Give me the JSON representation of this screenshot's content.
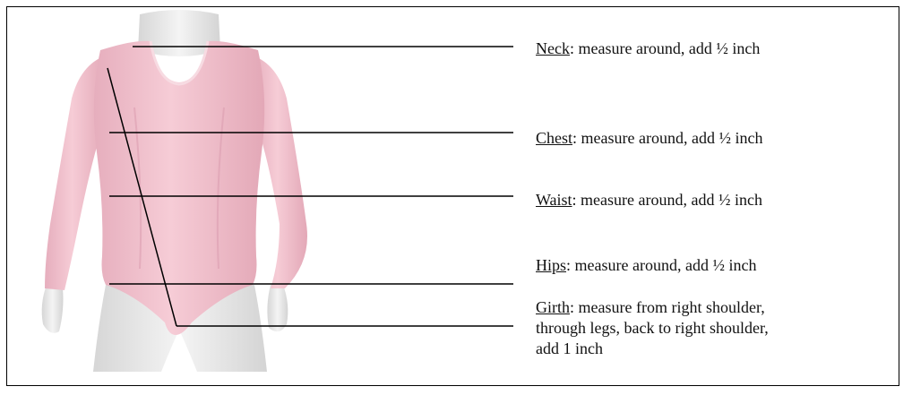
{
  "measurements": [
    {
      "term": "Neck",
      "text": ": measure around, add ½ inch"
    },
    {
      "term": "Chest",
      "text": ": measure around, add ½ inch"
    },
    {
      "term": "Waist",
      "text": ": measure around, add ½ inch"
    },
    {
      "term": "Hips",
      "text": ": measure around, add ½ inch"
    }
  ],
  "girth": {
    "term": "Girth",
    "line1": ": measure from right shoulder,",
    "line2": "through legs, back to right shoulder,",
    "line3": "add 1 inch"
  },
  "colors": {
    "garment": "#f2c4cf",
    "garment_shade": "#e3a9b7",
    "mannequin": "#ececec",
    "mannequin_shade": "#cfcfcf",
    "border": "#000000",
    "line": "#000000"
  },
  "icons": {
    "figure": "leotard-on-mannequin"
  }
}
